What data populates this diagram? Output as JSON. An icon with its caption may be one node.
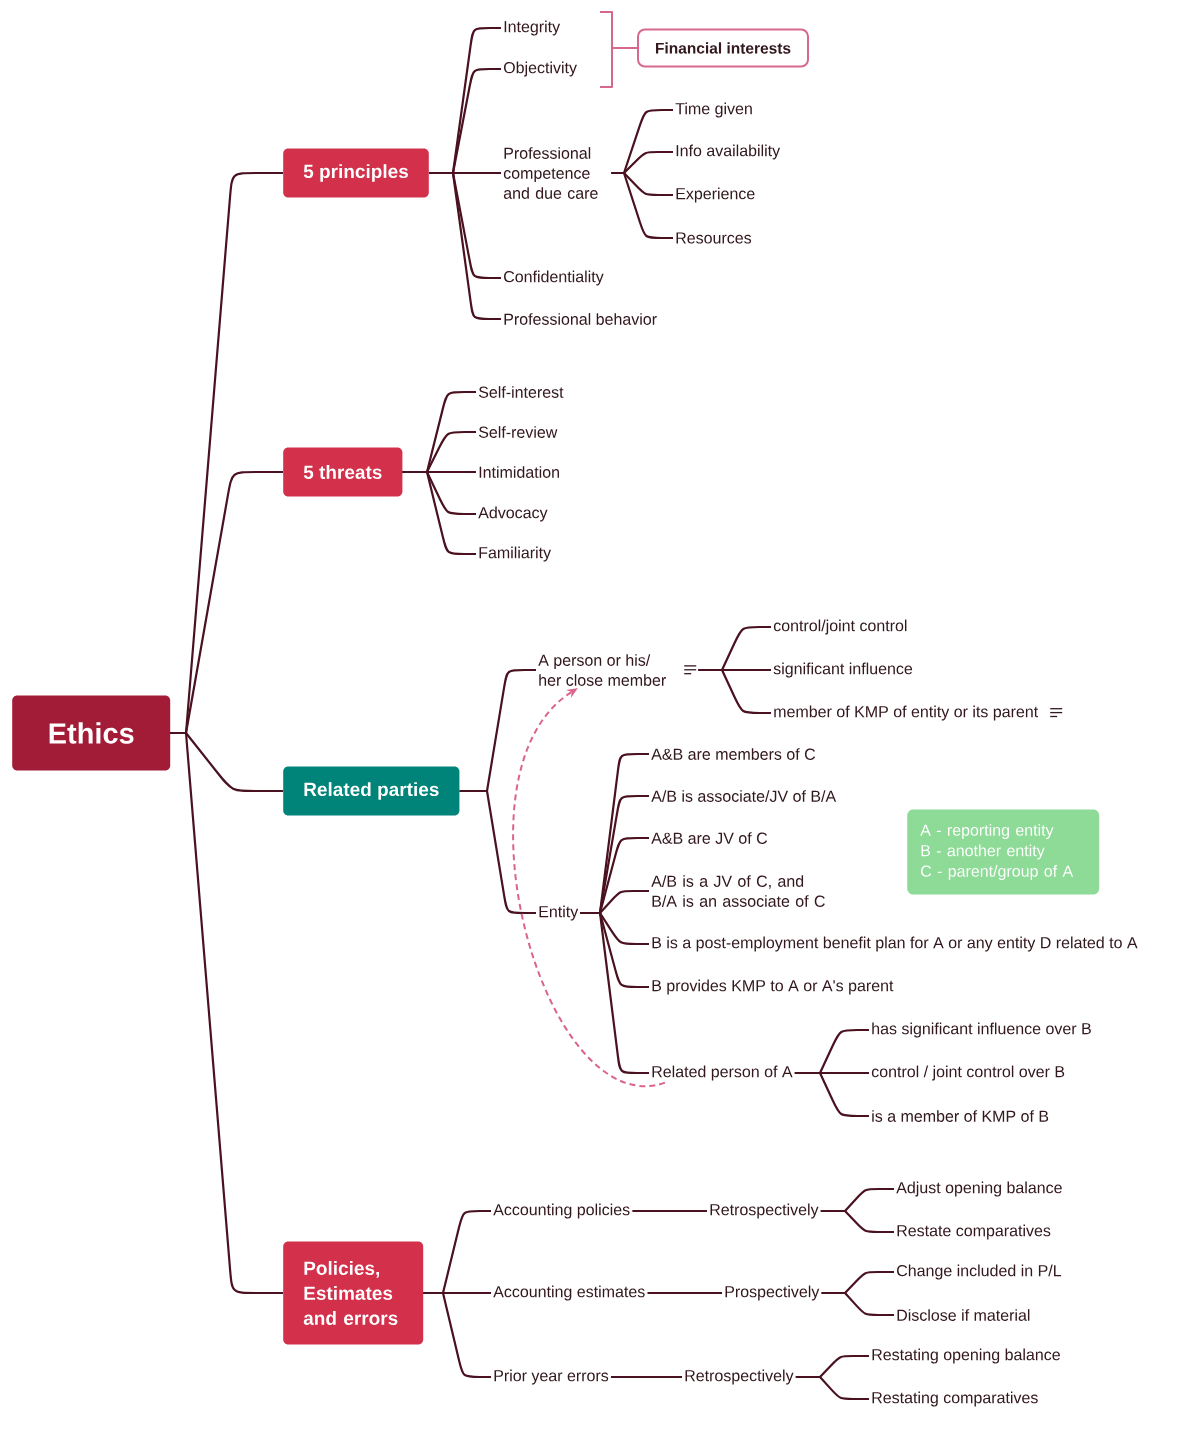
{
  "diagram": {
    "nodes": [
      {
        "text": [
          "Ethics"
        ]
      },
      {
        "text": [
          "5 principles"
        ]
      },
      {
        "text": [
          "Integrity"
        ]
      },
      {
        "text": [
          "Objectivity"
        ]
      },
      {
        "text": [
          "Financial interests"
        ]
      },
      {
        "text": [
          "Professional competence and due care"
        ]
      },
      {
        "text": [
          "Time given"
        ]
      },
      {
        "text": [
          "Info availability"
        ]
      },
      {
        "text": [
          "Experience"
        ]
      },
      {
        "text": [
          "Resources"
        ]
      },
      {
        "text": [
          "Confidentiality"
        ]
      },
      {
        "text": [
          "Professional behavior"
        ]
      },
      {
        "text": [
          "5 threats"
        ]
      },
      {
        "text": [
          "Self-interest"
        ]
      },
      {
        "text": [
          "Self-review"
        ]
      },
      {
        "text": [
          "Intimidation"
        ]
      },
      {
        "text": [
          "Advocacy"
        ]
      },
      {
        "text": [
          "Familiarity"
        ]
      },
      {
        "text": [
          "Related parties"
        ]
      },
      {
        "text": [
          "A person or his/ her close member"
        ]
      },
      {
        "text": [
          "control/joint control"
        ]
      },
      {
        "text": [
          "significant influence"
        ]
      },
      {
        "text": [
          "member of KMP of entity or its parent"
        ]
      },
      {
        "text": [
          "Entity"
        ]
      },
      {
        "text": [
          "A&B are members of C"
        ]
      },
      {
        "text": [
          "A/B is associate/JV of B/A"
        ]
      },
      {
        "text": [
          "A&B are JV of C"
        ]
      },
      {
        "text": [
          "A/B is a JV of C, and B/A is an associate of C"
        ]
      },
      {
        "text": [
          "B is a post-employment benefit plan for A or any entity D related to A"
        ]
      },
      {
        "text": [
          "B provides KMP to A or A's parent"
        ]
      },
      {
        "text": [
          "Related person of A"
        ]
      },
      {
        "text": [
          "has significant influence over B"
        ]
      },
      {
        "text": [
          "control / joint control over B"
        ]
      },
      {
        "text": [
          "is a member of KMP of B"
        ]
      },
      {
        "text": [
          "Policies, Estimates and errors"
        ]
      },
      {
        "text": [
          "Accounting policies"
        ]
      },
      {
        "text": [
          "Retrospectively"
        ]
      },
      {
        "text": [
          "Adjust opening balance"
        ]
      },
      {
        "text": [
          "Restate comparatives"
        ]
      },
      {
        "text": [
          "Accounting estimates"
        ]
      },
      {
        "text": [
          "Prospectively"
        ]
      },
      {
        "text": [
          "Change included in P/L"
        ]
      },
      {
        "text": [
          "Disclose if material"
        ]
      },
      {
        "text": [
          "Prior year errors"
        ]
      },
      {
        "text": [
          "Retrospectively"
        ]
      },
      {
        "text": [
          "Restating opening balance"
        ]
      },
      {
        "text": [
          "Restating comparatives"
        ]
      },
      {
        "text": [
          "A - reporting entity",
          "B - another entity",
          "C - parent/group of A"
        ]
      }
    ],
    "edges": [
      {
        "from": 0,
        "to": 1,
        "arrow": "none"
      },
      {
        "from": 0,
        "to": 12,
        "arrow": "none"
      },
      {
        "from": 0,
        "to": 18,
        "arrow": "none"
      },
      {
        "from": 0,
        "to": 34,
        "arrow": "none"
      },
      {
        "from": 1,
        "to": 2,
        "arrow": "none"
      },
      {
        "from": 1,
        "to": 3,
        "arrow": "none"
      },
      {
        "from": 1,
        "to": 5,
        "arrow": "none"
      },
      {
        "from": 1,
        "to": 10,
        "arrow": "none"
      },
      {
        "from": 1,
        "to": 11,
        "arrow": "none"
      },
      {
        "from": 2,
        "to": 4,
        "arrow": "none",
        "color": "#d6688f"
      },
      {
        "from": 3,
        "to": 4,
        "arrow": "none",
        "color": "#d6688f"
      },
      {
        "from": 5,
        "to": 6,
        "arrow": "none"
      },
      {
        "from": 5,
        "to": 7,
        "arrow": "none"
      },
      {
        "from": 5,
        "to": 8,
        "arrow": "none"
      },
      {
        "from": 5,
        "to": 9,
        "arrow": "none"
      },
      {
        "from": 12,
        "to": 13,
        "arrow": "none"
      },
      {
        "from": 12,
        "to": 14,
        "arrow": "none"
      },
      {
        "from": 12,
        "to": 15,
        "arrow": "none"
      },
      {
        "from": 12,
        "to": 16,
        "arrow": "none"
      },
      {
        "from": 12,
        "to": 17,
        "arrow": "none"
      },
      {
        "from": 18,
        "to": 19,
        "arrow": "none"
      },
      {
        "from": 18,
        "to": 23,
        "arrow": "none"
      },
      {
        "from": 19,
        "to": 20,
        "arrow": "none"
      },
      {
        "from": 19,
        "to": 21,
        "arrow": "none"
      },
      {
        "from": 19,
        "to": 22,
        "arrow": "none"
      },
      {
        "from": 23,
        "to": 24,
        "arrow": "none"
      },
      {
        "from": 23,
        "to": 25,
        "arrow": "none"
      },
      {
        "from": 23,
        "to": 26,
        "arrow": "none"
      },
      {
        "from": 23,
        "to": 27,
        "arrow": "none"
      },
      {
        "from": 23,
        "to": 28,
        "arrow": "none"
      },
      {
        "from": 23,
        "to": 29,
        "arrow": "none"
      },
      {
        "from": 23,
        "to": 30,
        "arrow": "none"
      },
      {
        "from": 30,
        "to": 31,
        "arrow": "none"
      },
      {
        "from": 30,
        "to": 32,
        "arrow": "none"
      },
      {
        "from": 30,
        "to": 33,
        "arrow": "none"
      },
      {
        "from": 34,
        "to": 35,
        "arrow": "none"
      },
      {
        "from": 34,
        "to": 39,
        "arrow": "none"
      },
      {
        "from": 34,
        "to": 43,
        "arrow": "none"
      },
      {
        "from": 35,
        "to": 36,
        "arrow": "none"
      },
      {
        "from": 36,
        "to": 37,
        "arrow": "none"
      },
      {
        "from": 36,
        "to": 38,
        "arrow": "none"
      },
      {
        "from": 39,
        "to": 40,
        "arrow": "none"
      },
      {
        "from": 40,
        "to": 41,
        "arrow": "none"
      },
      {
        "from": 40,
        "to": 42,
        "arrow": "none"
      },
      {
        "from": 43,
        "to": 44,
        "arrow": "none"
      },
      {
        "from": 44,
        "to": 45,
        "arrow": "none"
      },
      {
        "from": 44,
        "to": 46,
        "arrow": "none"
      },
      {
        "from": 30,
        "to": 19,
        "arrow": "to",
        "style": "dashed",
        "color": "#d9658f"
      }
    ]
  }
}
